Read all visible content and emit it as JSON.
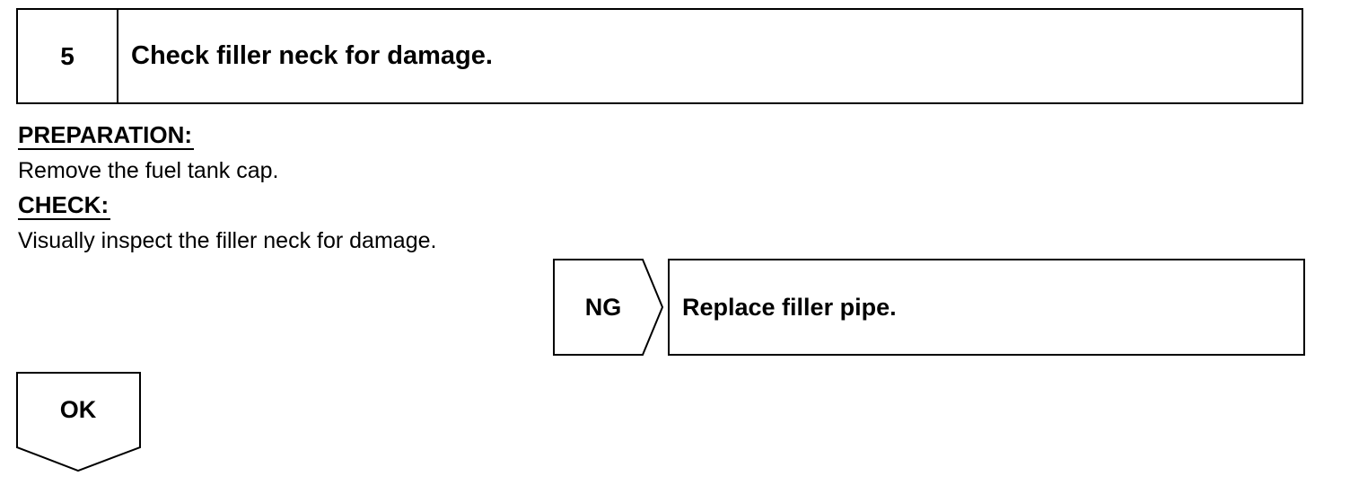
{
  "step": {
    "number": "5",
    "title": "Check filler neck for damage."
  },
  "preparation": {
    "heading": "PREPARATION:",
    "text": "Remove the fuel tank cap."
  },
  "check": {
    "heading": "CHECK:",
    "text": "Visually inspect the filler neck for damage."
  },
  "ng": {
    "label": "NG",
    "action": "Replace filler pipe."
  },
  "ok": {
    "label": "OK"
  }
}
